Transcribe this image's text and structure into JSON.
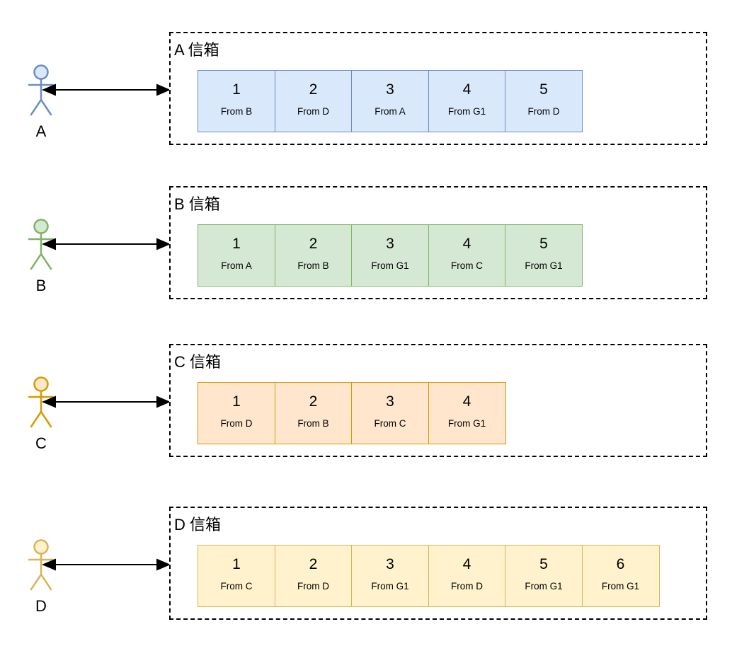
{
  "diagram": {
    "arrow_color": "#000000",
    "box_border_color": "#000000",
    "actors": [
      {
        "label": "A",
        "mailbox_title": "A 信箱",
        "fill": "#DAE8FC",
        "stroke": "#6C8EBF",
        "cells": [
          {
            "num": "1",
            "from": "From B"
          },
          {
            "num": "2",
            "from": "From D"
          },
          {
            "num": "3",
            "from": "From A"
          },
          {
            "num": "4",
            "from": "From G1"
          },
          {
            "num": "5",
            "from": "From D"
          }
        ]
      },
      {
        "label": "B",
        "mailbox_title": "B 信箱",
        "fill": "#D5E8D4",
        "stroke": "#82B366",
        "cells": [
          {
            "num": "1",
            "from": "From A"
          },
          {
            "num": "2",
            "from": "From B"
          },
          {
            "num": "3",
            "from": "From G1"
          },
          {
            "num": "4",
            "from": "From C"
          },
          {
            "num": "5",
            "from": "From G1"
          }
        ]
      },
      {
        "label": "C",
        "mailbox_title": "C 信箱",
        "fill": "#FFE6CC",
        "stroke": "#D79B00",
        "cells": [
          {
            "num": "1",
            "from": "From D"
          },
          {
            "num": "2",
            "from": "From B"
          },
          {
            "num": "3",
            "from": "From C"
          },
          {
            "num": "4",
            "from": "From G1"
          }
        ]
      },
      {
        "label": "D",
        "mailbox_title": "D 信箱",
        "fill": "#FFF2CC",
        "stroke": "#D6B656",
        "cells": [
          {
            "num": "1",
            "from": "From C"
          },
          {
            "num": "2",
            "from": "From D"
          },
          {
            "num": "3",
            "from": "From G1"
          },
          {
            "num": "4",
            "from": "From D"
          },
          {
            "num": "5",
            "from": "From G1"
          },
          {
            "num": "6",
            "from": "From G1"
          }
        ]
      }
    ]
  }
}
